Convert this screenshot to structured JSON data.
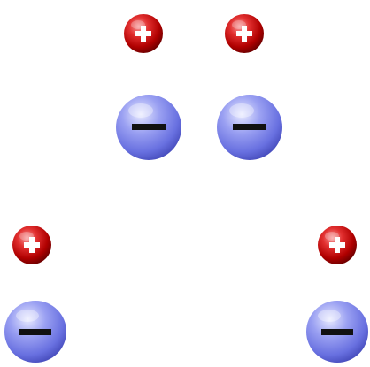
{
  "diagram": {
    "colors": {
      "positive_light": "#f07070",
      "positive_mid": "#d81a1a",
      "positive_dark": "#8a0000",
      "negative_light": "#dde1ff",
      "negative_mid": "#8088ee",
      "negative_dark": "#4b50c8",
      "symbol": "#ffffff",
      "minus_symbol": "#111111"
    },
    "groups": [
      {
        "name": "top-pair",
        "charges": [
          {
            "id": "p1",
            "sign": "+",
            "icon": "positive-charge-icon"
          },
          {
            "id": "p2",
            "sign": "+",
            "icon": "positive-charge-icon"
          },
          {
            "id": "n1",
            "sign": "−",
            "icon": "negative-charge-icon"
          },
          {
            "id": "n2",
            "sign": "−",
            "icon": "negative-charge-icon"
          }
        ]
      },
      {
        "name": "bottom-pair",
        "charges": [
          {
            "id": "p3",
            "sign": "+",
            "icon": "positive-charge-icon"
          },
          {
            "id": "p4",
            "sign": "+",
            "icon": "positive-charge-icon"
          },
          {
            "id": "n3",
            "sign": "−",
            "icon": "negative-charge-icon"
          },
          {
            "id": "n4",
            "sign": "−",
            "icon": "negative-charge-icon"
          }
        ]
      }
    ]
  }
}
